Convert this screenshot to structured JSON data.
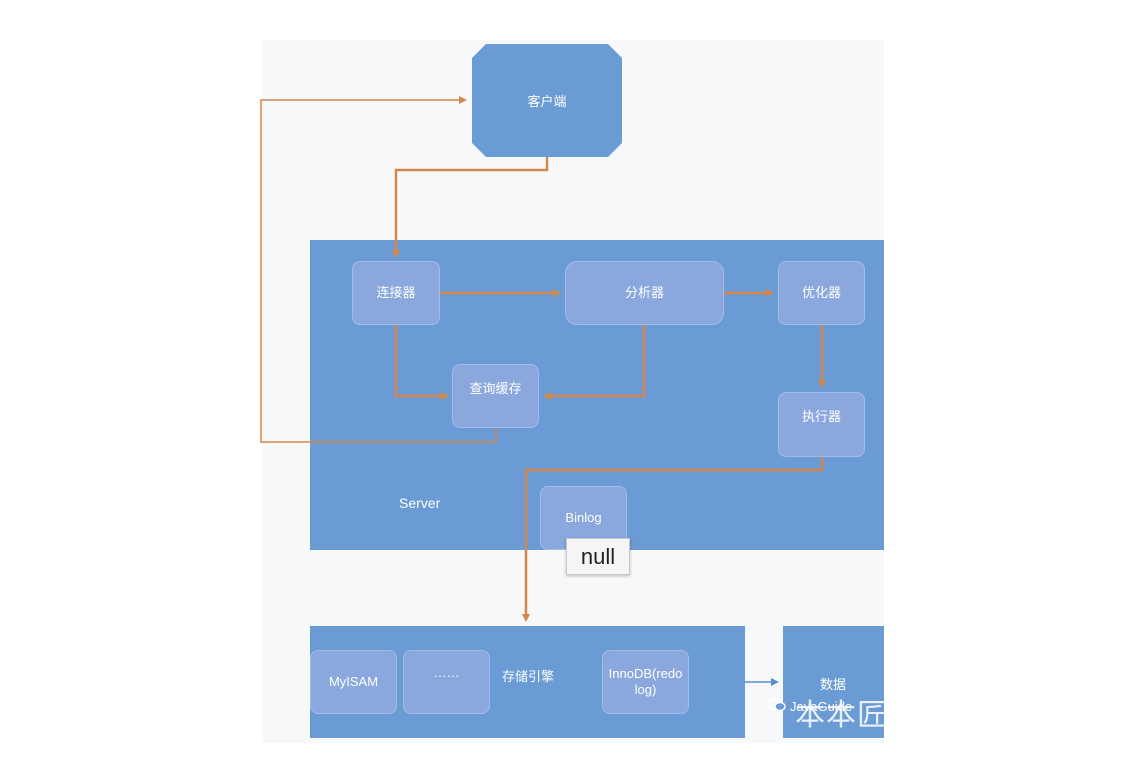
{
  "nodes": {
    "client": "客户端",
    "server": "Server",
    "connector": "连接器",
    "analyzer": "分析器",
    "optimizer": "优化器",
    "query_cache": "查询缓存",
    "executor": "执行器",
    "binlog": "Binlog",
    "storage_engine": "存储引擎",
    "myisam": "MyISAM",
    "ellipsis": "……",
    "innodb": "InnoDB(redo log)",
    "data": "数据"
  },
  "tooltip": "null",
  "watermark": {
    "brand": "JavaGuide",
    "overlay": "本本匠"
  },
  "colors": {
    "region": "#6a9bd4",
    "box": "#8aa8de",
    "arrow": "#d4874a",
    "data_arrow": "#5a8ed0"
  }
}
